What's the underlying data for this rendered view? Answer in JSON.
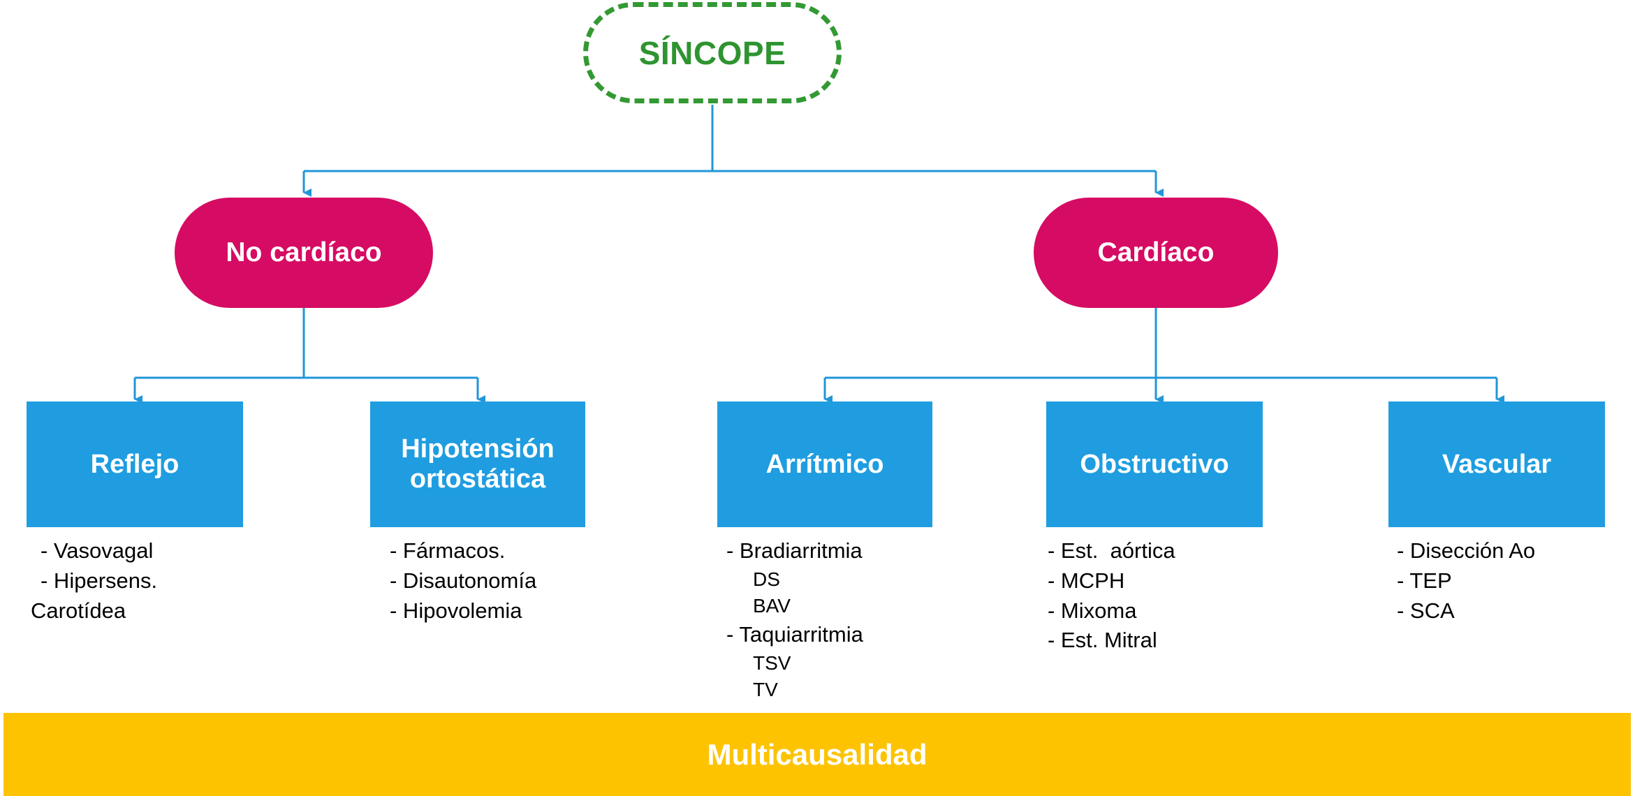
{
  "diagram": {
    "title": "SINCOPE classification flowchart",
    "colors": {
      "root_border": "#339933",
      "root_text": "#2e9430",
      "pink": "#D60B63",
      "blue": "#1F9DE0",
      "yellow": "#FDC300",
      "connector": "#2196D9",
      "text": "#000000",
      "on_color_text": "#ffffff"
    }
  },
  "root": {
    "label": "SÍNCOPE"
  },
  "branches": [
    {
      "id": "no-cardiaco",
      "label": "No cardíaco"
    },
    {
      "id": "cardiaco",
      "label": "Cardíaco"
    }
  ],
  "categories": [
    {
      "id": "reflejo",
      "label": "Reflejo",
      "items": [
        {
          "text": "- Vasovagal",
          "style": "bullet"
        },
        {
          "text": "- Hipersens.",
          "style": "bullet"
        },
        {
          "text": "Carotídea",
          "style": "cont"
        }
      ]
    },
    {
      "id": "hipotension-ortostatica",
      "label": "Hipotensión\nortostática",
      "items": [
        {
          "text": "- Fármacos.",
          "style": "bullet"
        },
        {
          "text": "- Disautonomía",
          "style": "bullet"
        },
        {
          "text": "- Hipovolemia",
          "style": "bullet"
        }
      ]
    },
    {
      "id": "arritmico",
      "label": "Arrítmico",
      "items": [
        {
          "text": "- Bradiarritmia",
          "style": "bullet"
        },
        {
          "text": "DS",
          "style": "sub"
        },
        {
          "text": "BAV",
          "style": "sub"
        },
        {
          "text": "- Taquiarritmia",
          "style": "bullet"
        },
        {
          "text": "TSV",
          "style": "sub"
        },
        {
          "text": "TV",
          "style": "sub"
        }
      ]
    },
    {
      "id": "obstructivo",
      "label": "Obstructivo",
      "items": [
        {
          "text": "- Est.  aórtica",
          "style": "bullet"
        },
        {
          "text": "- MCPH",
          "style": "bullet"
        },
        {
          "text": "- Mixoma",
          "style": "bullet"
        },
        {
          "text": "- Est. Mitral",
          "style": "bullet"
        }
      ]
    },
    {
      "id": "vascular",
      "label": "Vascular",
      "items": [
        {
          "text": "- Disección Ao",
          "style": "bullet"
        },
        {
          "text": "- TEP",
          "style": "bullet"
        },
        {
          "text": "- SCA",
          "style": "bullet"
        }
      ]
    }
  ],
  "footer": {
    "label": "Multicausalidad"
  }
}
